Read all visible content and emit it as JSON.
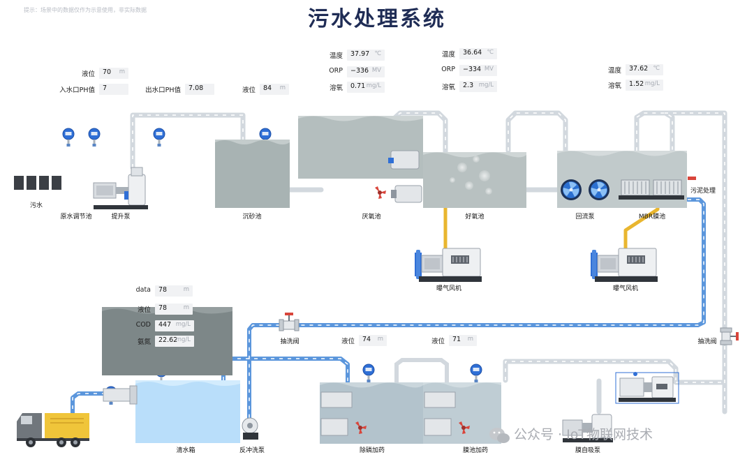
{
  "header": {
    "disclaimer": "提示：场景中的数据仅作为示意使用，非实际数据",
    "title": "污水处理系统"
  },
  "params": [
    {
      "id": "raw-level",
      "label": "液位",
      "value": "70",
      "unit": "m"
    },
    {
      "id": "inlet-ph",
      "label": "入水口PH值",
      "value": "7",
      "unit": ""
    },
    {
      "id": "outlet-ph",
      "label": "出水口PH值",
      "value": "7.08",
      "unit": ""
    },
    {
      "id": "grit-level",
      "label": "液位",
      "value": "84",
      "unit": "m"
    },
    {
      "id": "anox-temp",
      "label": "温度",
      "value": "37.97",
      "unit": "℃"
    },
    {
      "id": "anox-orp",
      "label": "ORP",
      "value": "−336",
      "unit": "MV"
    },
    {
      "id": "anox-do",
      "label": "溶氧",
      "value": "0.71",
      "unit": "mg/L"
    },
    {
      "id": "aero-temp",
      "label": "温度",
      "value": "36.64",
      "unit": "℃"
    },
    {
      "id": "aero-orp",
      "label": "ORP",
      "value": "−334",
      "unit": "MV"
    },
    {
      "id": "aero-do",
      "label": "溶氧",
      "value": "2.3",
      "unit": "mg/L"
    },
    {
      "id": "mbr-temp",
      "label": "温度",
      "value": "37.62",
      "unit": "℃"
    },
    {
      "id": "mbr-do",
      "label": "溶氧",
      "value": "1.52",
      "unit": "mg/L"
    },
    {
      "id": "tank-data",
      "label": "data",
      "value": "78",
      "unit": "m"
    },
    {
      "id": "tank-level",
      "label": "液位",
      "value": "78",
      "unit": "m"
    },
    {
      "id": "tank-cod",
      "label": "COD",
      "value": "447",
      "unit": "mg/L"
    },
    {
      "id": "tank-nh3",
      "label": "氨氮",
      "value": "22.62",
      "unit": "mg/L"
    },
    {
      "id": "phos-level",
      "label": "液位",
      "value": "74",
      "unit": "m"
    },
    {
      "id": "memb-level",
      "label": "液位",
      "value": "71",
      "unit": "m"
    }
  ],
  "labels": {
    "sewage": "污水",
    "raw_tank": "原水调节池",
    "lift_pump": "提升泵",
    "grit_tank": "沉砂池",
    "anoxic_tank": "厌氧池",
    "aerobic_tank": "好氧池",
    "return_pump": "回流泵",
    "mbr_tank": "MBR膜池",
    "sludge": "污泥处理",
    "blower_1": "曝气风机",
    "blower_2": "曝气风机",
    "clean_tank": "清水箱",
    "backwash_pump": "反冲洗泵",
    "flush_valve_1": "抽洗阀",
    "flush_valve_2": "抽洗阀",
    "phos_dosing": "除磷加药",
    "memb_dosing": "膜池加药",
    "self_priming": "膜自吸泵",
    "watermark": "公众号 · IoT物联网技术"
  },
  "colors": {
    "title": "#1f2c55",
    "pipe_gray": "#cfd6dc",
    "pipe_blue": "#5b96dc",
    "pipe_yellow": "#e9b62f",
    "water_gray": "#aab4b4",
    "water_blue": "#b9defa",
    "meter_blue": "#2f6fd6",
    "truck_yellow": "#f0c53a"
  }
}
